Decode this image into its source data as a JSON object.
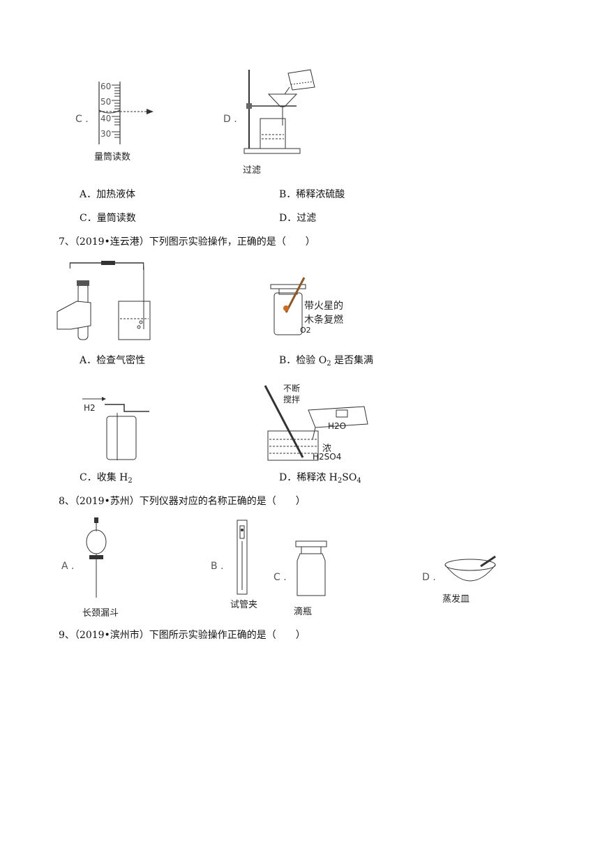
{
  "q6": {
    "fig_c": {
      "letter": "C .",
      "caption": "量筒读数",
      "ticks": [
        "60",
        "50",
        "40",
        "30"
      ]
    },
    "fig_d": {
      "letter": "D .",
      "caption": "过滤"
    },
    "options": {
      "a": "A．加热液体",
      "b": "B．稀释浓硫酸",
      "c": "C．量筒读数",
      "d": "D．过滤"
    }
  },
  "q7": {
    "stem": "7、（2019•连云港）下列图示实验操作，正确的是（　　）",
    "fig_b_label": [
      "带火星的",
      "木条复燃"
    ],
    "fig_b_gas": "O2",
    "fig_c_gas": "H2",
    "fig_d_labels": {
      "stir": [
        "不断",
        "搅拌"
      ],
      "water": "H2O",
      "acid_top": "浓",
      "acid_bottom": "H2SO4"
    },
    "options": {
      "a": "A．检查气密性",
      "b_pre": "B．检验 O",
      "b_sub": "2",
      "b_post": " 是否集满",
      "c_pre": "C．收集 H",
      "c_sub": "2",
      "d_pre": "D．稀释浓 H",
      "d_sub1": "2",
      "d_mid": "SO",
      "d_sub2": "4"
    }
  },
  "q8": {
    "stem": "8、（2019•苏州）下列仪器对应的名称正确的是（　　）",
    "figs": [
      {
        "letter": "A .",
        "caption": "长颈漏斗"
      },
      {
        "letter": "B .",
        "caption": "试管夹"
      },
      {
        "letter": "C .",
        "caption": "滴瓶"
      },
      {
        "letter": "D .",
        "caption": "蒸发皿"
      }
    ]
  },
  "q9": {
    "stem": "9、（2019•滨州市）下图所示实验操作正确的是（　　）"
  }
}
